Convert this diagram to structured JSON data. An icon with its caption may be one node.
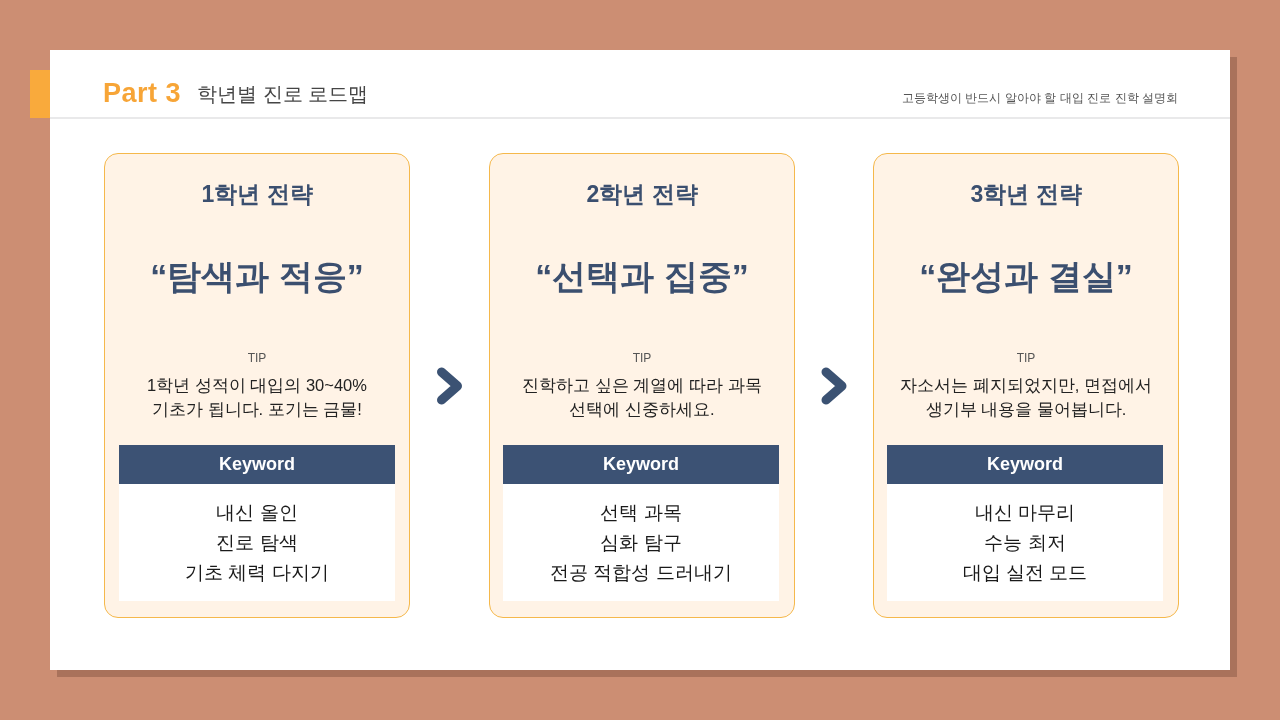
{
  "diagram": {
    "title": "학년별 진로 로드맵",
    "nodes": [
      {
        "text": [
          "1학년 전략",
          "“탐색과 적응”",
          "TIP",
          "1학년 성적이 대입의 30~40% 기초가 됩니다. 포기는 금물!"
        ]
      },
      {
        "text": [
          "Keyword"
        ],
        "in": 0
      },
      {
        "text": [
          "내신 올인",
          "진로 탐색",
          "기초 체력 다지기"
        ],
        "in": 0
      },
      {
        "text": [
          "2학년 전략",
          "“선택과 집중”",
          "TIP",
          "진학하고 싶은 계열에 따라 과목 선택에 신중하세요."
        ]
      },
      {
        "text": [
          "Keyword"
        ],
        "in": 3
      },
      {
        "text": [
          "선택 과목",
          "심화 탐구",
          "전공 적합성 드러내기"
        ],
        "in": 3
      },
      {
        "text": [
          "3학년 전략",
          "“완성과 결실”",
          "TIP",
          "자소서는 폐지되었지만, 면접에서 생기부 내용을 물어봅니다."
        ]
      },
      {
        "text": [
          "Keyword"
        ],
        "in": 6
      },
      {
        "text": [
          "내신 마무리",
          "수능 최저",
          "대입 실전 모드"
        ],
        "in": 6
      }
    ],
    "edges": [
      {
        "from": 0,
        "to": 3,
        "arrow": "to"
      },
      {
        "from": 3,
        "to": 6,
        "arrow": "to"
      }
    ],
    "labels": [
      "Part 3",
      "고등학생이 반드시 알아야 할 대입 진로 진학 설명회"
    ]
  }
}
